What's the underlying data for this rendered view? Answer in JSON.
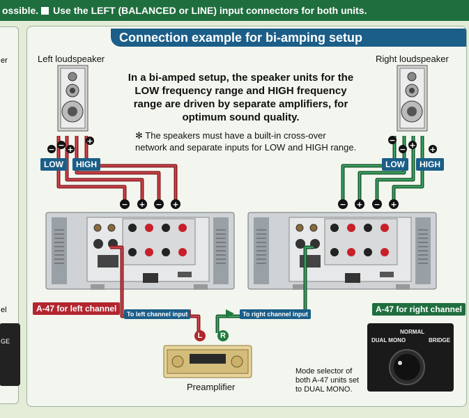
{
  "top_banner": {
    "text": "ossible.",
    "instruction": "Use the LEFT (BALANCED or LINE) input connectors for both units."
  },
  "left_panel_fragments": [
    "er",
    "el",
    "GE"
  ],
  "section_title": "Connection example for bi-amping setup",
  "speakers": {
    "left": "Left loudspeaker",
    "right": "Right loudspeaker"
  },
  "terminal_labels": {
    "low": "LOW",
    "high": "HIGH"
  },
  "intro_text": "In a bi-amped setup, the speaker units for the LOW frequency range and HIGH frequency range are driven by separate amplifiers, for optimum sound quality.",
  "note_text": "✻ The speakers must have a built-in cross-over network and separate inputs for LOW and HIGH range.",
  "amp_labels": {
    "left": "A-47 for left channel",
    "right": "A-47 for right channel"
  },
  "input_labels": {
    "left": "To left channel input",
    "right": "To right channel input"
  },
  "channel_marks": {
    "left": "L",
    "right": "R"
  },
  "preamp_label": "Preamplifier",
  "mode_selector": {
    "dual_mono": "DUAL MONO",
    "normal": "NORMAL",
    "bridge": "BRIDGE"
  },
  "mode_caption": [
    "Mode selector of",
    "both A-47 units set",
    "to DUAL MONO."
  ],
  "colors": {
    "green": "#1f6e3e",
    "blue": "#1b5e88",
    "red_wire": "#b0262e",
    "green_wire": "#1f7a3e"
  }
}
